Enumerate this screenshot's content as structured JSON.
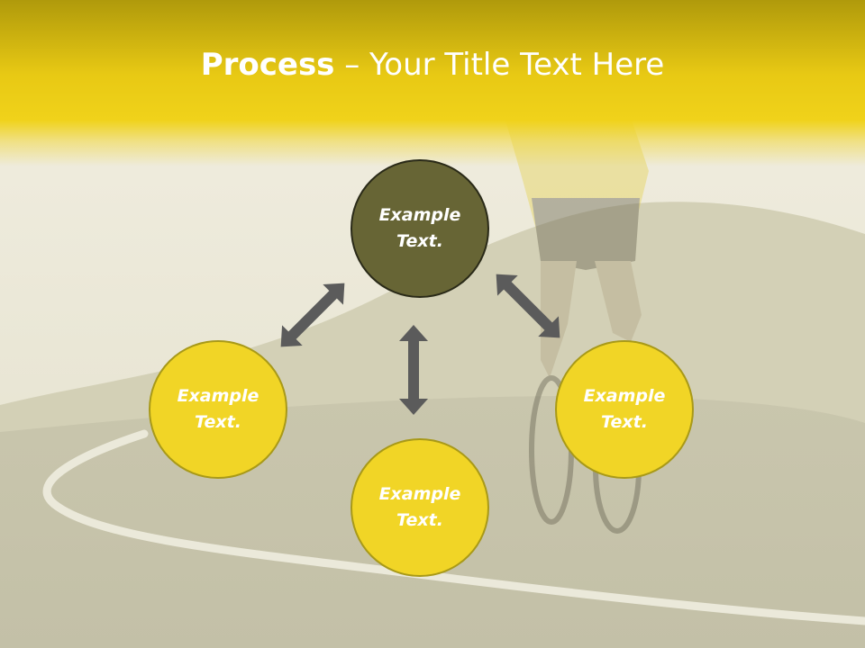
{
  "slide": {
    "title_bold": "Process",
    "title_rest": " – Your Title Text Here"
  },
  "nodes": {
    "top": {
      "line1": "Example",
      "line2": "Text."
    },
    "left": {
      "line1": "Example",
      "line2": "Text."
    },
    "right": {
      "line1": "Example",
      "line2": "Text."
    },
    "bottom": {
      "line1": "Example",
      "line2": "Text."
    }
  },
  "colors": {
    "accent_yellow": "#f1d526",
    "dark_olive": "#676535",
    "arrow_gray": "#5b5b5b"
  },
  "icons": [
    "double-arrow-icon"
  ]
}
